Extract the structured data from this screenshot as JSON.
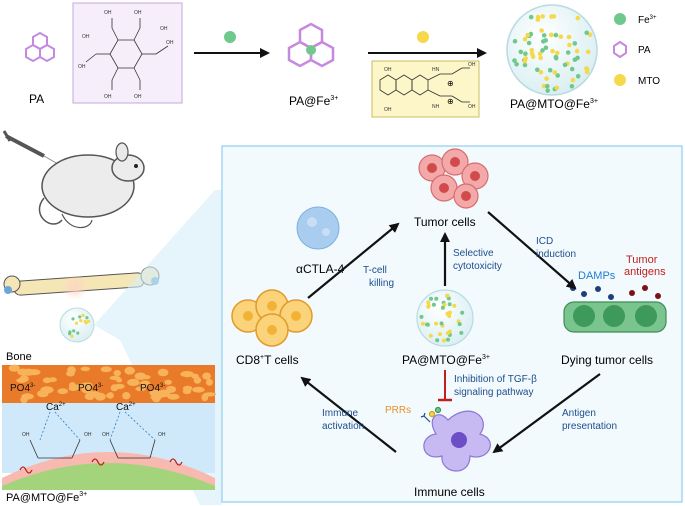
{
  "top_row": {
    "pa_label": "PA",
    "pa_fe_label": "PA@Fe",
    "pa_fe_sup": "3+",
    "pa_mto_fe_label": "PA@MTO@Fe",
    "pa_mto_fe_sup": "3+"
  },
  "legend": {
    "items": [
      {
        "label": "Fe",
        "sup": "3+",
        "color": "#6fc98d"
      },
      {
        "label": "PA",
        "sup": "",
        "color": "#c58ae0"
      },
      {
        "label": "MTO",
        "sup": "",
        "color": "#f5d94a"
      }
    ]
  },
  "structure_labels": {
    "oh": "OH",
    "hn": "HN",
    "nh": "NH"
  },
  "left_panel": {
    "bone_label": "Bone",
    "ions": [
      {
        "text": "PO4",
        "sup": "3-"
      },
      {
        "text": "PO4",
        "sup": "3-"
      },
      {
        "text": "PO4",
        "sup": "3-"
      },
      {
        "text": "Ca",
        "sup": "2+"
      },
      {
        "text": "Ca",
        "sup": "2+"
      }
    ],
    "bottom_label": "PA@MTO@Fe",
    "bottom_sup": "3+"
  },
  "cycle": {
    "tumor_cells": "Tumor cells",
    "actla4": "αCTLA-4",
    "tcell_killing": "T-cell\nkilling",
    "selective": "Selective\ncytotoxicity",
    "icd": "ICD\ninduction",
    "damps": "DAMPs",
    "tumor_antigens": "Tumor\nantigens",
    "cd8": "CD8",
    "cd8_sup": "+",
    "cd8_rest": "T cells",
    "center_label": "PA@MTO@Fe",
    "center_sup": "3+",
    "dying": "Dying tumor cells",
    "tgf": "Inhibition of TGF-β\nsignaling pathway",
    "prrs": "PRRs",
    "immune_activation": "Immune\nactivation",
    "antigen_presentation": "Antigen\npresentation",
    "immune_cells": "Immune cells"
  },
  "colors": {
    "blue_text": "#1f4e8c",
    "orange_text": "#e8902a",
    "red_text": "#c0201d",
    "panel_border": "#8fd0ee",
    "panel_bg": "#f2fafd",
    "fe_green": "#6fc98d",
    "pa_purple": "#c58ae0",
    "mto_yellow": "#f5d94a"
  }
}
